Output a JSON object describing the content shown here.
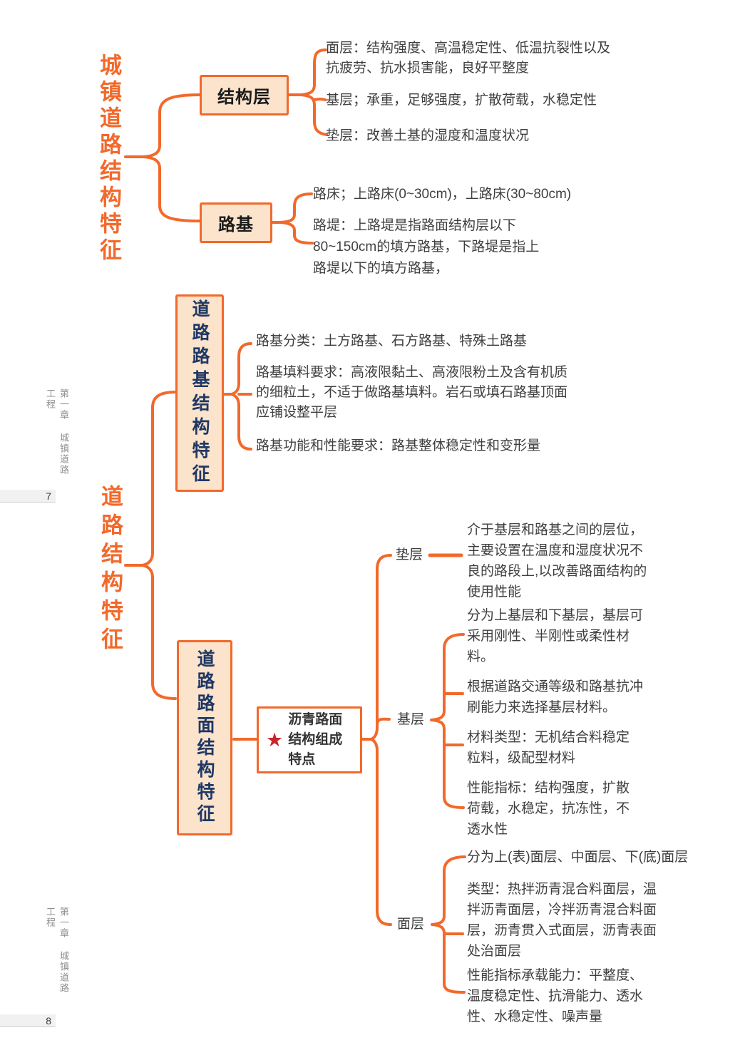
{
  "colors": {
    "accent": "#f2692b",
    "node_fill": "#fbe3cc",
    "navy_text": "#1f3864",
    "body_text": "#3f3f3f",
    "star_red": "#c9242b"
  },
  "sidebar": {
    "chapter_top": "第一章 城镇道路工程",
    "chapter_bottom": "第一章 城镇道路工程",
    "page_number_top": "7",
    "page_number_bottom": "8"
  },
  "map_top": {
    "title": "城镇道路结构特征",
    "structure_layer": {
      "label": "结构层",
      "surface": "面层：结构强度、高温稳定性、低温抗裂性以及\n抗疲劳、抗水损害能，良好平整度",
      "base": "基层；承重，足够强度，扩散荷载，水稳定性",
      "cushion": "垫层：改善土基的湿度和温度状况"
    },
    "subgrade": {
      "label": "路基",
      "roadbed": "路床；上路床(0~30cm)，上路床(30~80cm)",
      "embankment": "路堤：上路堤是指路面结构层以下\n80~150cm的填方路基，下路堤是指上\n路堤以下的填方路基，"
    }
  },
  "map_bottom": {
    "title": "道路结构特征",
    "subgrade_structure": {
      "label": "道路路基结构特征",
      "classification": "路基分类：土方路基、石方路基、特殊土路基",
      "filling": "路基填料要求：高液限黏土、高液限粉土及含有机质\n的细粒土，不适于做路基填料。岩石或填石路基顶面\n应铺设整平层",
      "function": "路基功能和性能要求：路基整体稳定性和变形量"
    },
    "pavement_structure": {
      "label": "道路路面结构特征",
      "asphalt_node": "沥青路面\n结构组成\n特点",
      "star_icon": "★",
      "cushion": {
        "label": "垫层",
        "desc": "介于基层和路基之间的层位，\n主要设置在温度和湿度状况不\n良的路段上,以改善路面结构的\n使用性能"
      },
      "base": {
        "label": "基层",
        "p1": "分为上基层和下基层，基层可\n采用刚性、半刚性或柔性材\n料。",
        "p2": "根据道路交通等级和路基抗冲\n刷能力来选择基层材料。",
        "p3": "材料类型：无机结合料稳定\n粒料，级配型材料",
        "p4": "性能指标：结构强度，扩散\n荷载，水稳定，抗冻性，不\n透水性"
      },
      "surface": {
        "label": "面层",
        "p1": "分为上(表)面层、中面层、下(底)面层",
        "p2": "类型：热拌沥青混合料面层，温\n拌沥青面层，冷拌沥青混合料面\n层，沥青贯入式面层，沥青表面\n处治面层",
        "p3": "性能指标承载能力：平整度、\n温度稳定性、抗滑能力、透水\n性、水稳定性、噪声量"
      }
    }
  }
}
